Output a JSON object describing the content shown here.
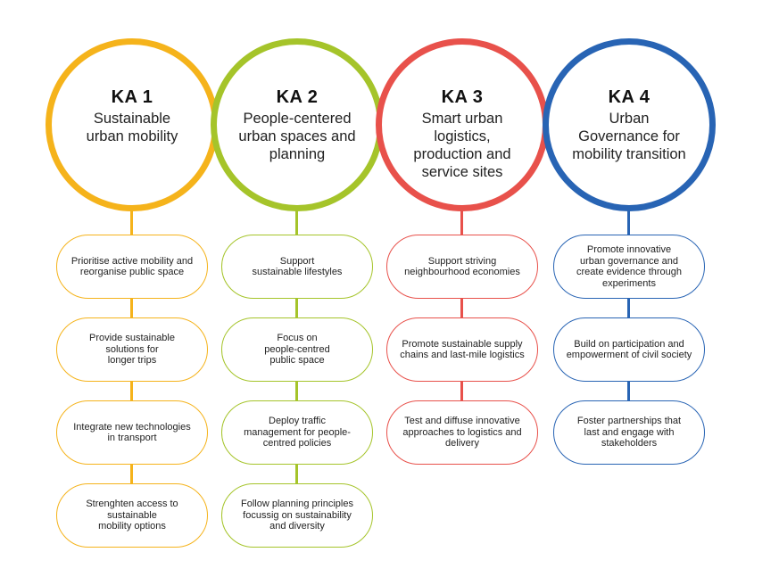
{
  "columns": [
    {
      "code": "KA 1",
      "title": "Sustainable urban mobility",
      "color": "#f5b31b",
      "items": [
        "Prioritise active mobility and reorganise public space",
        "Provide sustainable\nsolutions for\nlonger trips",
        "Integrate new technologies\nin transport",
        "Strenghten access to\nsustainable\nmobility options"
      ]
    },
    {
      "code": "KA 2",
      "title": "People-centered urban spaces and planning",
      "color": "#a5c42a",
      "items": [
        "Support\nsustainable lifestyles",
        "Focus on\npeople-centred\npublic space",
        "Deploy traffic\nmanagement for people-\ncentred policies",
        "Follow planning principles\nfocussig on sustainability\nand diversity"
      ]
    },
    {
      "code": "KA 3",
      "title": "Smart urban logistics, production and service sites",
      "color": "#e8514b",
      "items": [
        "Support striving\nneighbourhood economies",
        "Promote sustainable supply\nchains and last-mile logistics",
        "Test and diffuse innovative\napproaches to logistics and\ndelivery"
      ]
    },
    {
      "code": "KA 4",
      "title": "Urban Governance for mobility transition",
      "color": "#2864b4",
      "items": [
        "Promote innovative\nurban governance and\ncreate evidence through\nexperiments",
        "Build on participation and\nempowerment of civil society",
        "Foster partnerships that\nlast and engage with\nstakeholders"
      ]
    }
  ]
}
